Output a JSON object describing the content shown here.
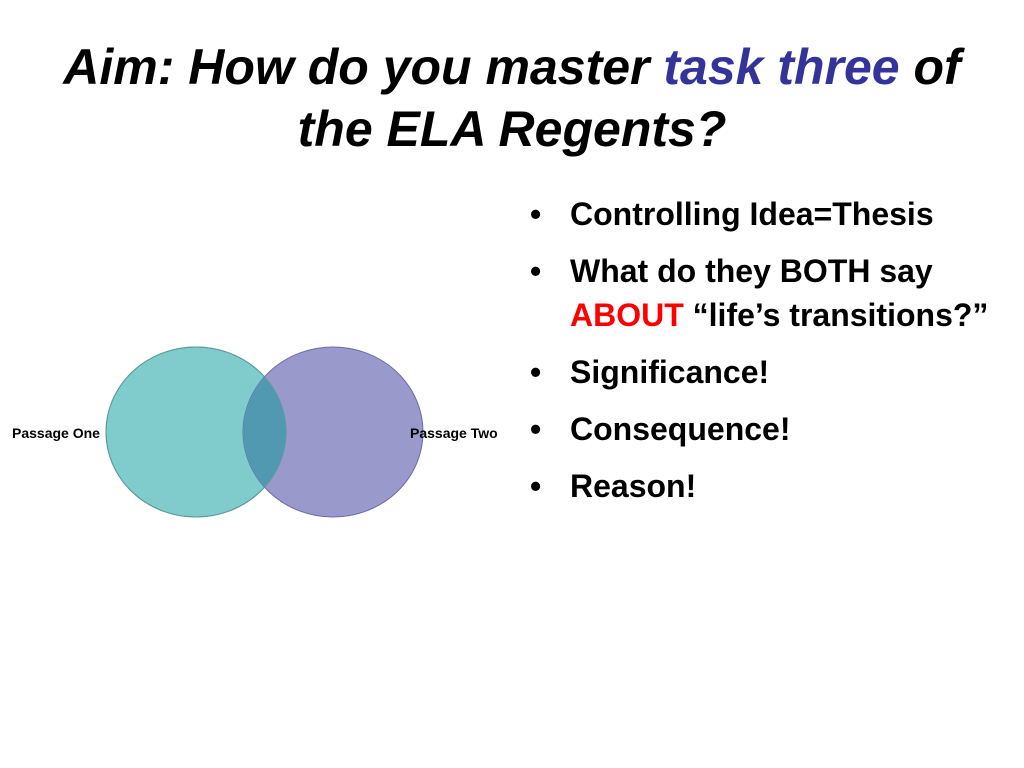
{
  "title": {
    "part1": "Aim:  How do you master ",
    "accent": "task three",
    "part2": " of the ELA Regents?",
    "accent_color": "#333399"
  },
  "venn": {
    "left_label": "Passage One",
    "right_label": "Passage Two",
    "left_color": "#80cccc",
    "right_color": "#9999cc",
    "overlap_color": "#5099b0"
  },
  "bullets": {
    "item1": "Controlling Idea=Thesis",
    "item2_before": "What do they BOTH say ",
    "item2_emphasis": "ABOUT",
    "item2_after": " “life’s transitions?”",
    "item3": "Significance!",
    "item4": "Consequence!",
    "item5": "Reason!",
    "emphasis_color": "#ff0000"
  }
}
